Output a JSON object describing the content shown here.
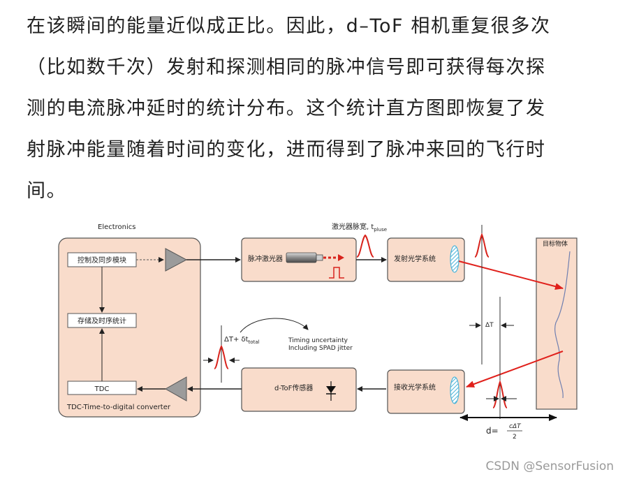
{
  "paragraph": {
    "lines": [
      "在该瞬间的能量近似成正比。因此，d–ToF 相机重复很多次",
      "（比如数千次）发射和探测相同的脉冲信号即可获得每次探",
      "测的电流脉冲延时的统计分布。这个统计直方图即恢复了发",
      "射脉冲能量随着时间的变化，进而得到了脉冲来回的飞行时",
      "间。"
    ]
  },
  "diagram": {
    "electronics_label": "Electronics",
    "control_sync": "控制及同步模块",
    "storage_stats": "存储及时序统计",
    "tdc": "TDC",
    "tdc_caption": "TDC-Time-to-digital converter",
    "pulse_laser": "脉冲激光器",
    "pulse_width_label": "激光器脉宽, t",
    "pulse_width_sub": "pluse",
    "tx_optics": "发射光学系统",
    "target": "目标物体",
    "rx_optics": "接收光学系统",
    "sensor": "d-ToF传感器",
    "delta_t_main": "ΔT+ δt",
    "delta_t_sub": "total",
    "timing_line1": "Timing uncertainty",
    "timing_line2": "Including SPAD jitter",
    "delta_t": "ΔT",
    "distance_prefix": "d=",
    "distance_num": "cΔT",
    "distance_den": "2"
  },
  "colors": {
    "box_fill": "#f9dccb",
    "box_stroke": "#555555",
    "beam": "#e0201b",
    "pulse": "#d8231c",
    "lens": "#4ab3d8"
  },
  "watermark": "CSDN @SensorFusion"
}
